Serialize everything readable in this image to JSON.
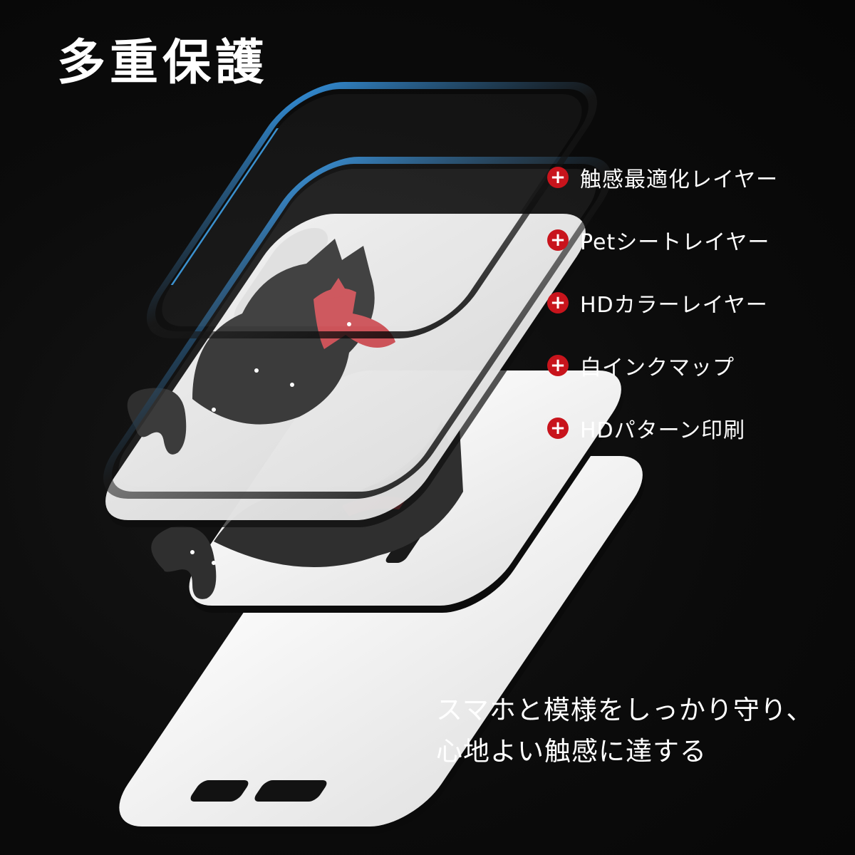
{
  "title": "多重保護",
  "layers": [
    {
      "label": "触感最適化レイヤー",
      "icon": "plus-icon"
    },
    {
      "label": "Petシートレイヤー",
      "icon": "plus-icon"
    },
    {
      "label": "HDカラーレイヤー",
      "icon": "plus-icon"
    },
    {
      "label": "白インクマップ",
      "icon": "plus-icon"
    },
    {
      "label": "HDパターン印刷",
      "icon": "plus-icon"
    }
  ],
  "caption": {
    "line1": "スマホと模様をしっかり守り、",
    "line2": "心地よい触感に達する"
  },
  "colors": {
    "background": "#0b0b0b",
    "accent_red": "#c8141c",
    "text": "#ffffff",
    "case_white": "#f5f5f5",
    "cat_black": "#2f2f2f",
    "scarf_red": "#c9494f"
  }
}
